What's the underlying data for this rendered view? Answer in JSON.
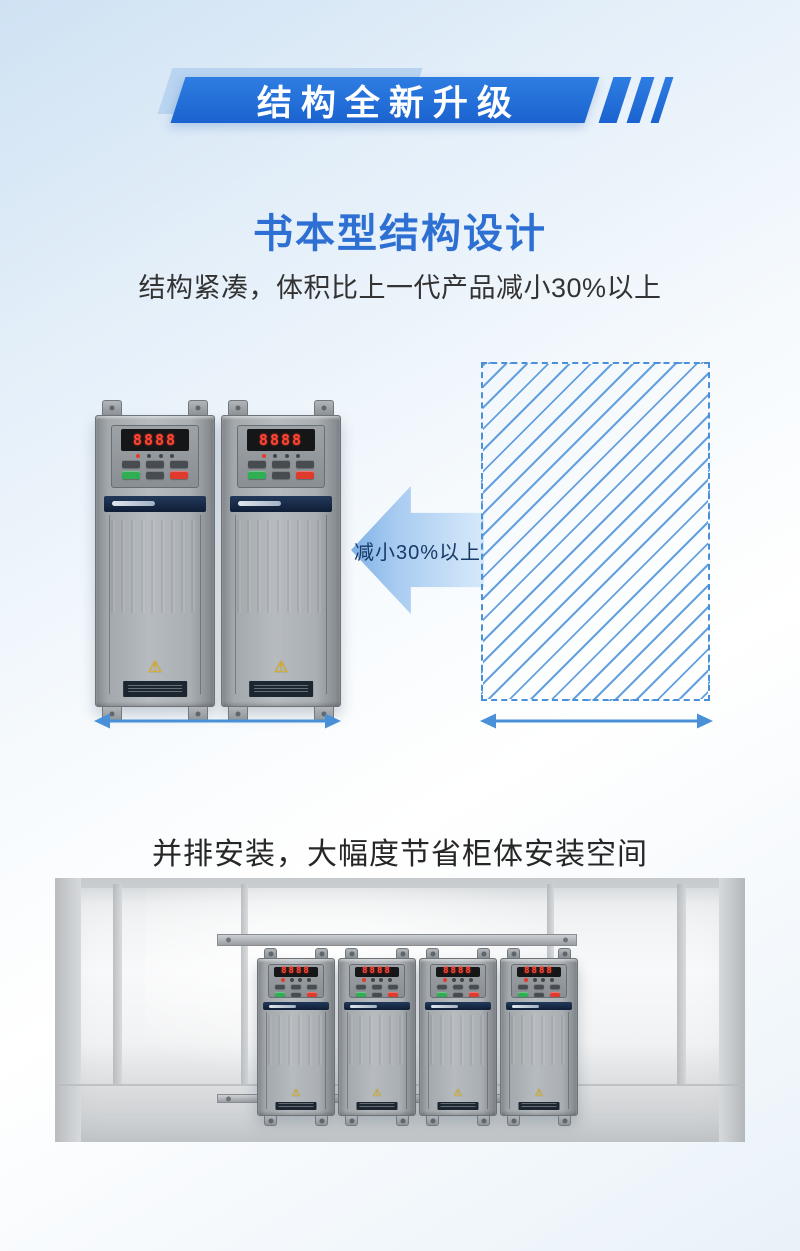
{
  "banner": {
    "title": "结构全新升级"
  },
  "section_design": {
    "heading": "书本型结构设计",
    "subheading": "结构紧凑，体积比上一代产品减小30%以上",
    "arrow_label": "减小30%以上"
  },
  "section_install": {
    "heading": "并排安装，大幅度节省柜体安装空间"
  },
  "device": {
    "display_value": "8888",
    "warning_symbol": "⚠"
  },
  "colors": {
    "banner_blue": "#1f6fd8",
    "heading_blue": "#2d6fd3",
    "text_dark": "#333333",
    "hatch_blue": "#4a90d9",
    "arrow_fill": "#a9ccf1",
    "device_green": "#2fae54",
    "device_red": "#df3a2c",
    "display_red": "#ff4433",
    "warning_yellow": "#f3bb12"
  }
}
